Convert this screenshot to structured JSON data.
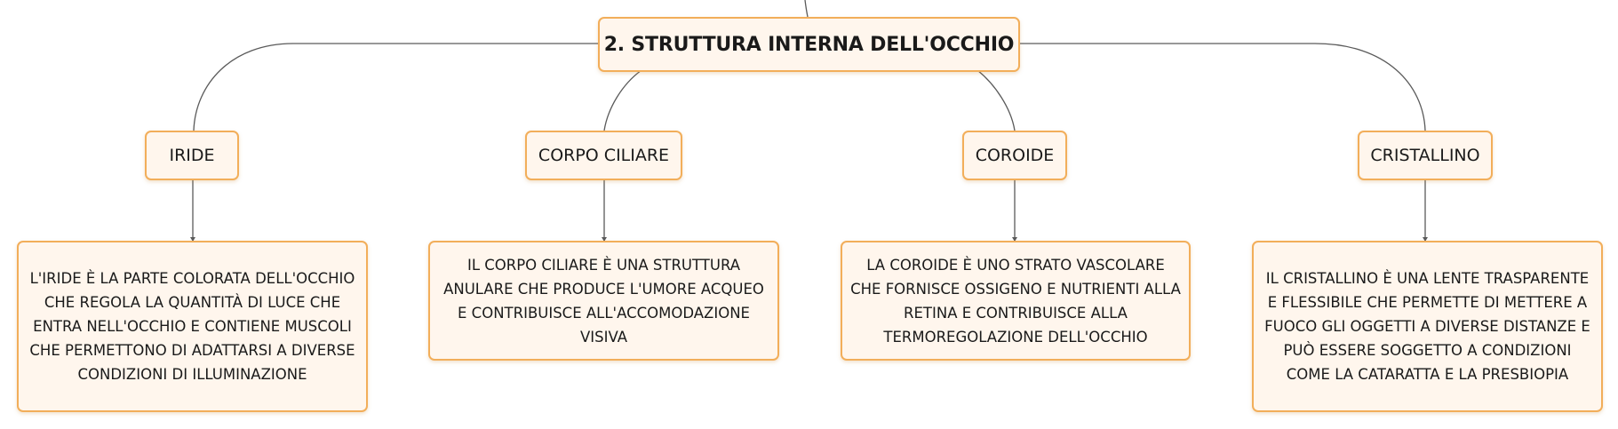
{
  "root": {
    "label": "2. STRUTTURA INTERNA DELL'OCCHIO"
  },
  "topics": [
    {
      "label": "IRIDE",
      "description": "L'IRIDE È LA PARTE COLORATA DELL'OCCHIO CHE REGOLA LA QUANTITÀ DI LUCE CHE ENTRA NELL'OCCHIO E CONTIENE MUSCOLI CHE PERMETTONO DI ADATTARSI A DIVERSE CONDIZIONI DI ILLUMINAZIONE"
    },
    {
      "label": "CORPO CILIARE",
      "description": "IL CORPO CILIARE È UNA STRUTTURA ANULARE CHE PRODUCE L'UMORE ACQUEO E CONTRIBUISCE ALL'ACCOMODAZIONE VISIVA"
    },
    {
      "label": "COROIDE",
      "description": "LA COROIDE È UNO STRATO VASCOLARE CHE FORNISCE OSSIGENO E NUTRIENTI ALLA RETINA E CONTRIBUISCE ALLA TERMOREGOLAZIONE DELL'OCCHIO"
    },
    {
      "label": "CRISTALLINO",
      "description": "IL CRISTALLINO È UNA LENTE TRASPARENTE E FLESSIBILE CHE PERMETTE DI METTERE A FUOCO GLI OGGETTI A DIVERSE DISTANZE E PUÒ ESSERE SOGGETTO A CONDIZIONI COME LA CATARATTA E LA PRESBIOPIA"
    }
  ],
  "colors": {
    "node_border": "#f2ae5a",
    "node_fill": "#fff6ed",
    "connector": "#555555",
    "text": "#1a1a1a"
  }
}
